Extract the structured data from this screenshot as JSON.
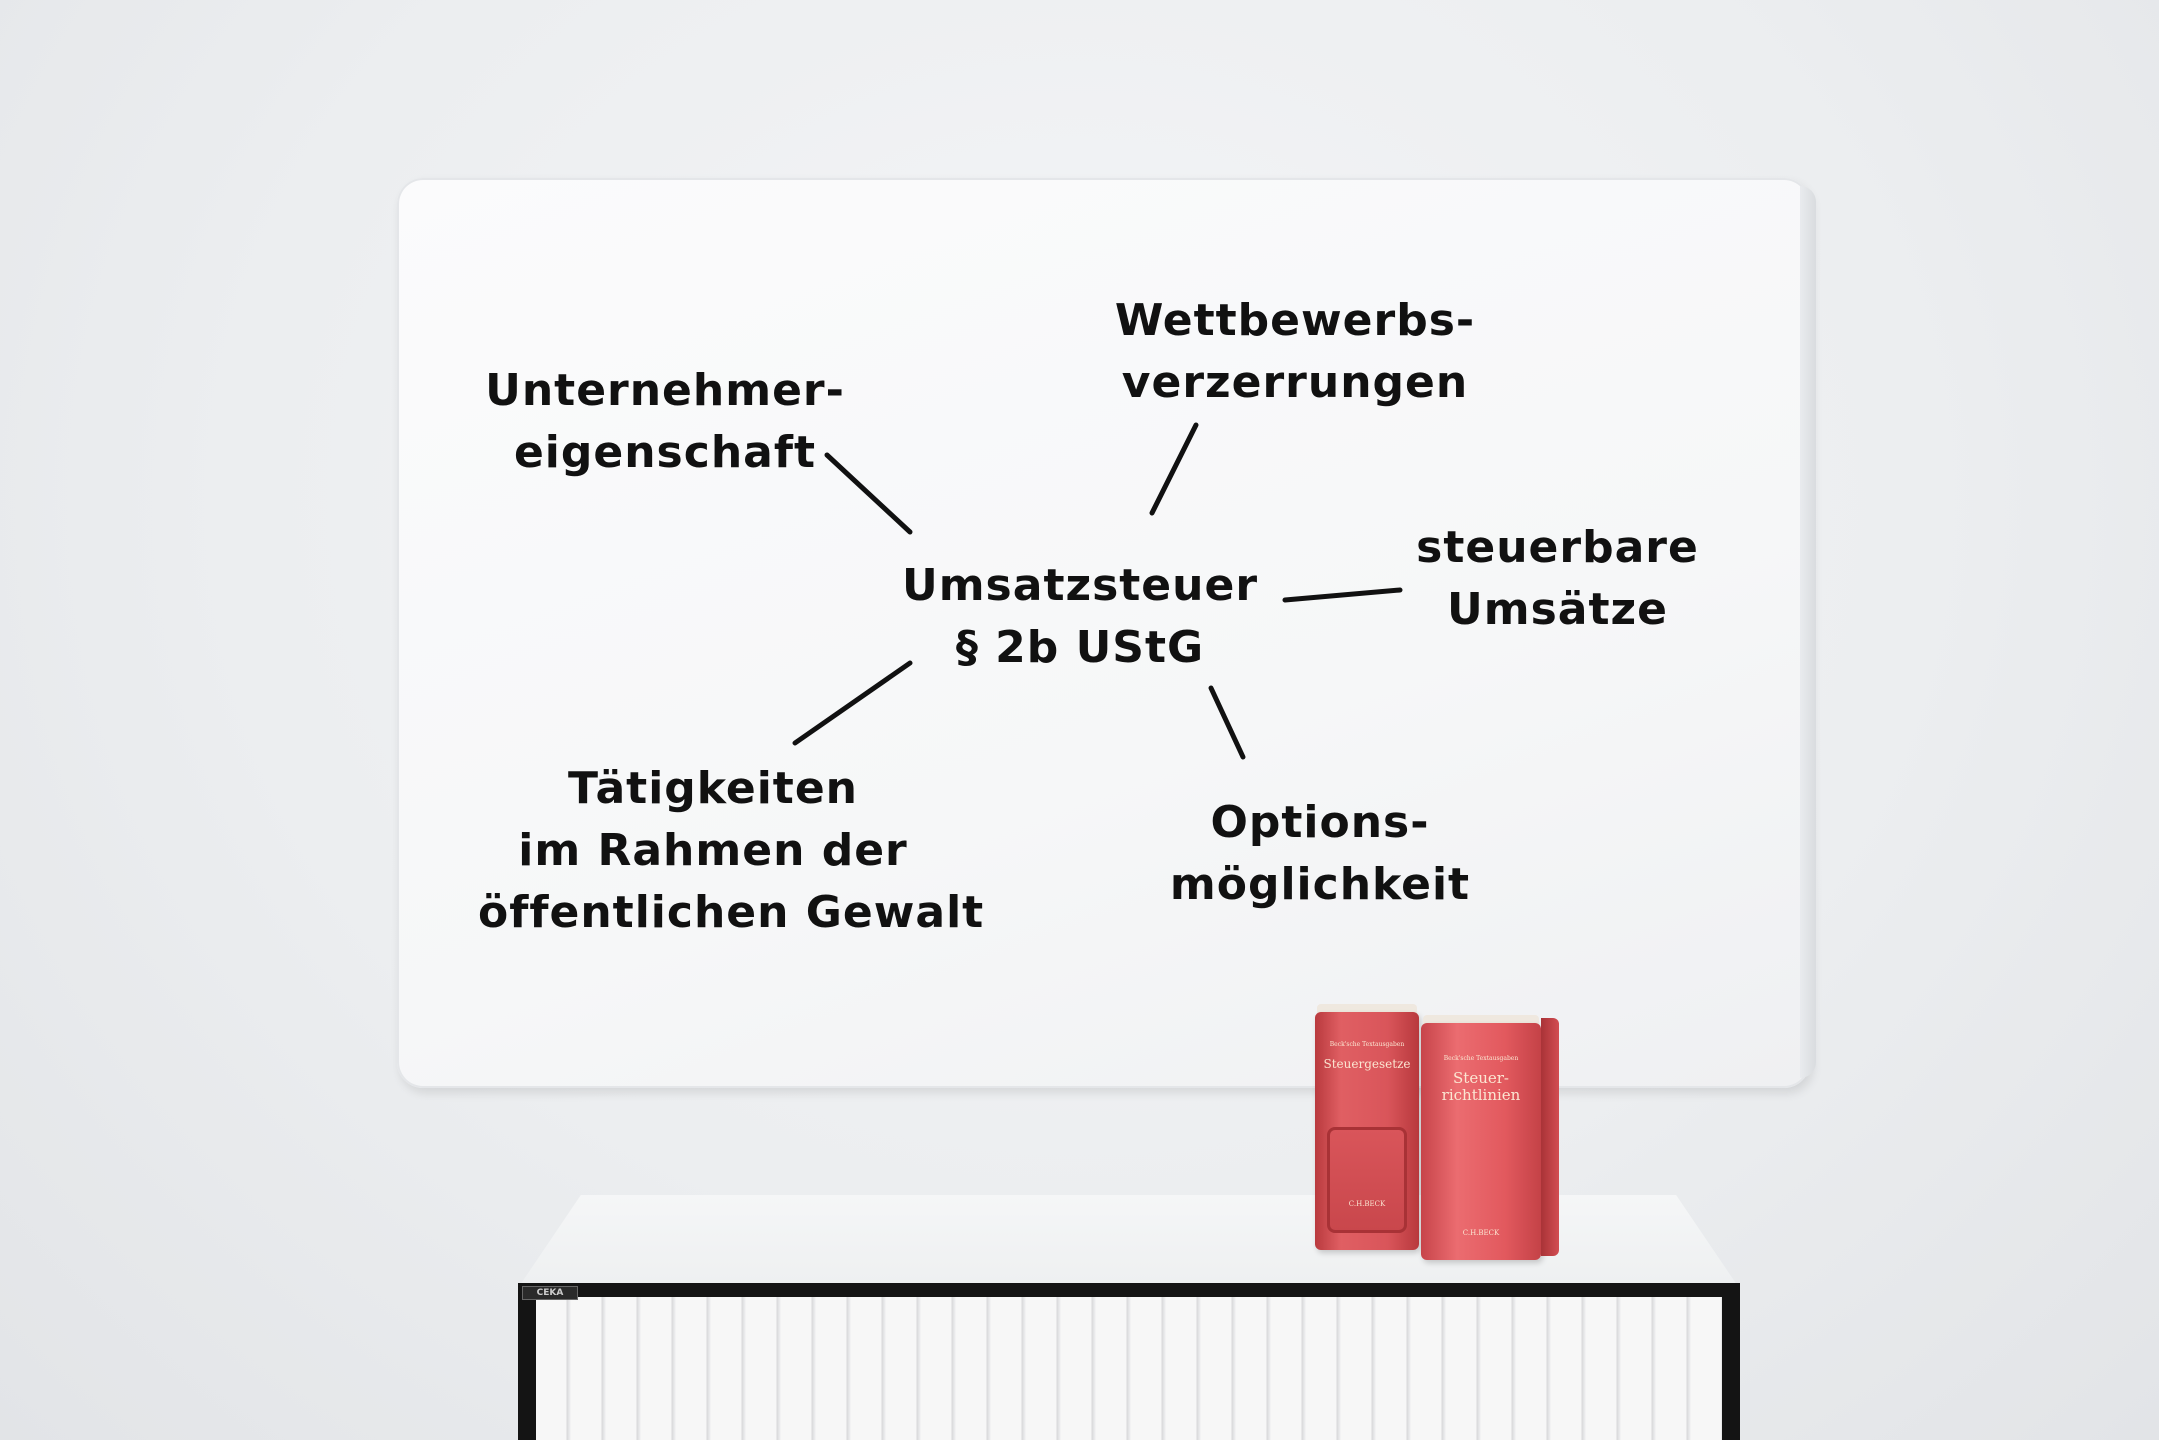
{
  "whiteboard": {
    "center": {
      "line1": "Umsatzsteuer",
      "line2": "§ 2b UStG"
    },
    "top_left": {
      "line1": "Unternehmer-",
      "line2": "eigenschaft"
    },
    "top_right": {
      "line1": "Wettbewerbs-",
      "line2": "verzerrungen"
    },
    "right": {
      "line1": "steuerbare",
      "line2": "Umsätze"
    },
    "bottom_left": {
      "line1": "Tätigkeiten",
      "line2": "im Rahmen der",
      "line3": "öffentlichen Gewalt"
    },
    "bottom_right": {
      "line1": "Options-",
      "line2": "möglichkeit"
    },
    "marker_color": "#111111"
  },
  "books": {
    "left": {
      "series": "Beck'sche Textausgaben",
      "title": "Steuergesetze",
      "publisher": "C.H.BECK"
    },
    "right": {
      "series": "Beck'sche Textausgaben",
      "title_line1": "Steuer-",
      "title_line2": "richtlinien",
      "publisher": "C.H.BECK"
    },
    "cover_color": "#dd5a5e"
  },
  "cabinet": {
    "brand": "CEKA"
  }
}
